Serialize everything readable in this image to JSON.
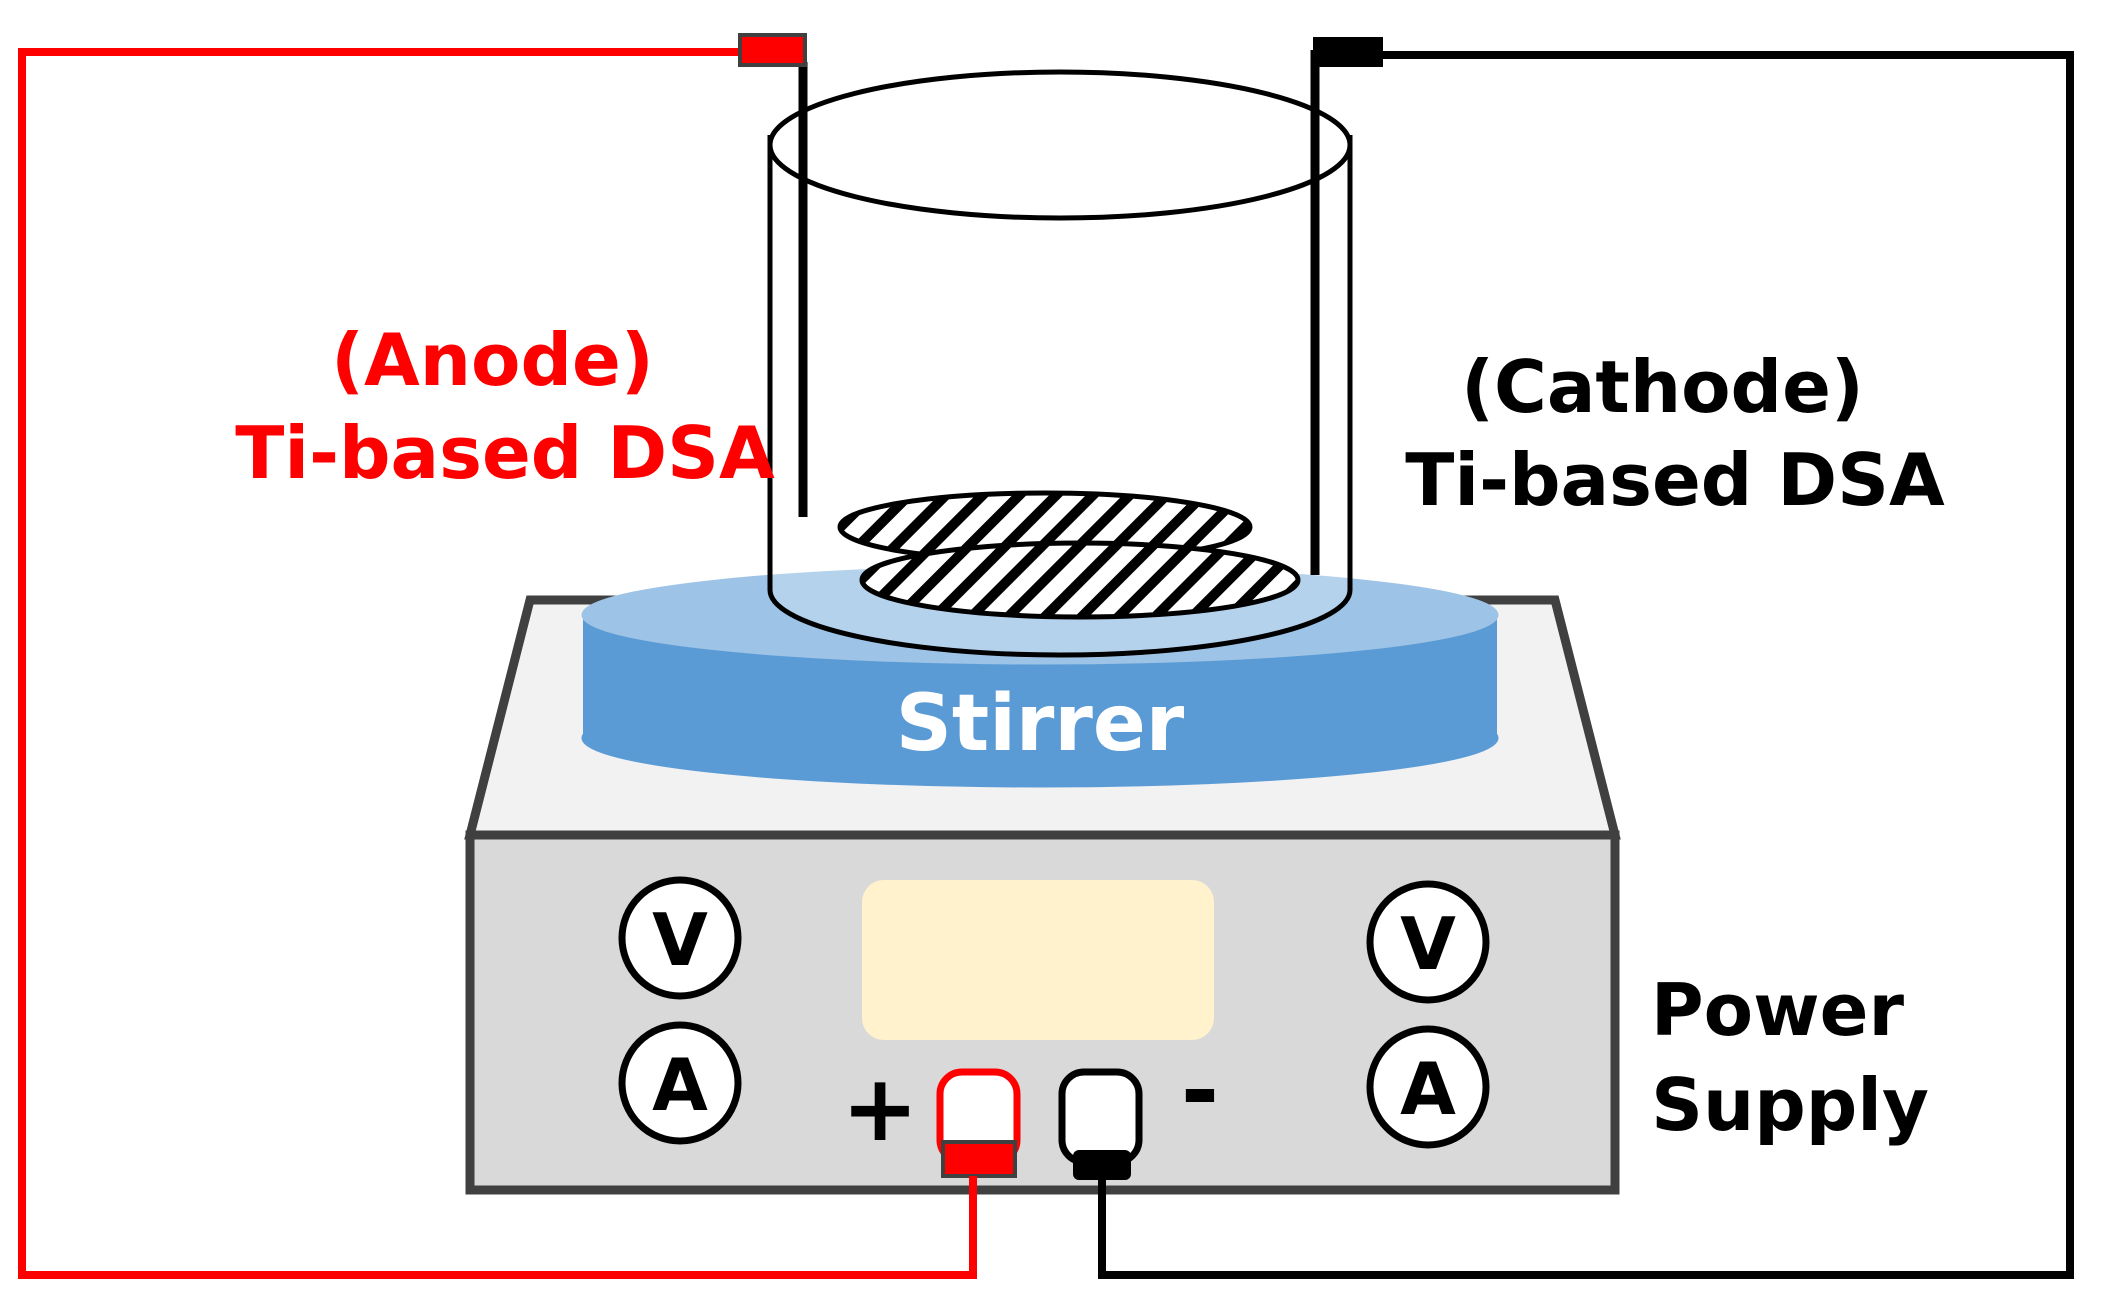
{
  "labels": {
    "anode_line1": "(Anode)",
    "anode_line2": "Ti-based DSA",
    "cathode_line1": "(Cathode)",
    "cathode_line2": "Ti-based DSA",
    "stirrer": "Stirrer",
    "power_line1": "Power",
    "power_line2": "Supply",
    "meter_v_left": "V",
    "meter_a_left": "A",
    "meter_v_right": "V",
    "meter_a_right": "A",
    "plus": "+",
    "minus": "-"
  },
  "colors": {
    "anode": "#ff0000",
    "cathode": "#000000",
    "stirrer_top": "#9dc3e6",
    "stirrer_side": "#5b9bd5",
    "stirrer_edge": "#4a7fb5",
    "unit_top": "#f2f2f2",
    "panel": "#d9d9d9",
    "panel_border": "#404040",
    "display": "#fff2cc",
    "stirrer_text": "#ffffff"
  }
}
